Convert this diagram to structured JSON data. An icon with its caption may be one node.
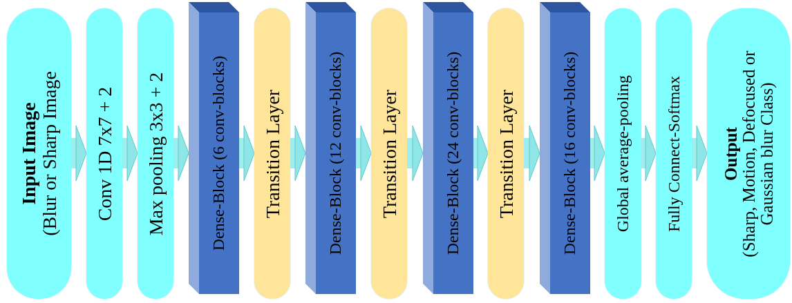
{
  "diagram": {
    "nodes": [
      {
        "text": [
          "Input Image",
          "(Blur or Sharp Image"
        ]
      },
      {
        "text": [
          "Conv 1D 7x7 + 2"
        ]
      },
      {
        "text": [
          "Max pooling 3x3 + 2"
        ]
      },
      {
        "text": [
          "Dense-Block (6 conv-blocks)"
        ]
      },
      {
        "text": [
          "Transition Layer"
        ]
      },
      {
        "text": [
          "Dense-Block (12 conv-blocks)"
        ]
      },
      {
        "text": [
          "Transition Layer"
        ]
      },
      {
        "text": [
          "Dense-Block (24 conv-blocks)"
        ]
      },
      {
        "text": [
          "Transition Layer"
        ]
      },
      {
        "text": [
          "Dense-Block (16 conv-blocks)"
        ]
      },
      {
        "text": [
          "Global average-pooling"
        ]
      },
      {
        "text": [
          "Fully Connect-Softmax"
        ]
      },
      {
        "text": [
          "Output",
          "(Sharp, Motion, Defocused or Gaussian blur Class)"
        ]
      }
    ],
    "edges": [
      {
        "from": 0,
        "to": 1,
        "arrow": "to"
      },
      {
        "from": 1,
        "to": 2,
        "arrow": "to"
      },
      {
        "from": 2,
        "to": 3,
        "arrow": "to"
      },
      {
        "from": 3,
        "to": 4,
        "arrow": "to"
      },
      {
        "from": 4,
        "to": 5,
        "arrow": "to"
      },
      {
        "from": 5,
        "to": 6,
        "arrow": "to"
      },
      {
        "from": 6,
        "to": 7,
        "arrow": "to"
      },
      {
        "from": 7,
        "to": 8,
        "arrow": "to"
      },
      {
        "from": 8,
        "to": 9,
        "arrow": "to"
      },
      {
        "from": 9,
        "to": 10,
        "arrow": "to"
      },
      {
        "from": 10,
        "to": 11,
        "arrow": "to"
      },
      {
        "from": 11,
        "to": 12,
        "arrow": "to"
      }
    ]
  }
}
